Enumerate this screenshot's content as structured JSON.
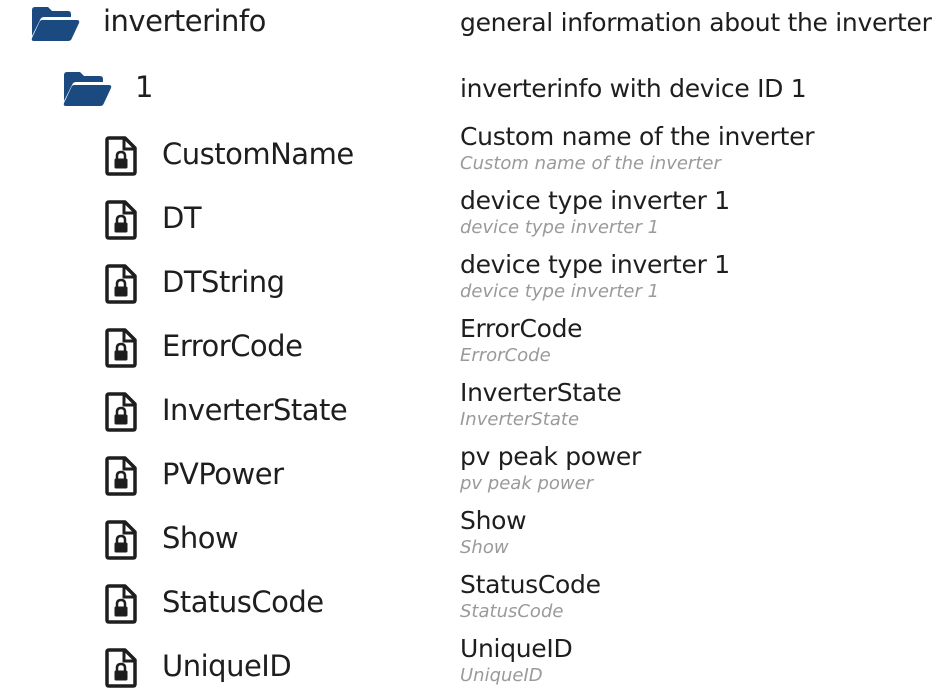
{
  "colors": {
    "folder": "#1a4a7f",
    "file": "#1e1e1e"
  },
  "root": {
    "label": "inverterinfo",
    "description": "general information about the inverter",
    "icon": "folder-open-icon"
  },
  "device": {
    "label": "1",
    "description": "inverterinfo with device ID 1",
    "icon": "folder-open-icon"
  },
  "states": [
    {
      "label": "CustomName",
      "title": "Custom name of the inverter",
      "subtitle": "Custom name of the inverter"
    },
    {
      "label": "DT",
      "title": "device type inverter 1",
      "subtitle": "device type inverter 1"
    },
    {
      "label": "DTString",
      "title": "device type inverter 1",
      "subtitle": "device type inverter 1"
    },
    {
      "label": "ErrorCode",
      "title": "ErrorCode",
      "subtitle": "ErrorCode"
    },
    {
      "label": "InverterState",
      "title": "InverterState",
      "subtitle": "InverterState"
    },
    {
      "label": "PVPower",
      "title": "pv peak power",
      "subtitle": "pv peak power"
    },
    {
      "label": "Show",
      "title": "Show",
      "subtitle": "Show"
    },
    {
      "label": "StatusCode",
      "title": "StatusCode",
      "subtitle": "StatusCode"
    },
    {
      "label": "UniqueID",
      "title": "UniqueID",
      "subtitle": "UniqueID"
    }
  ]
}
